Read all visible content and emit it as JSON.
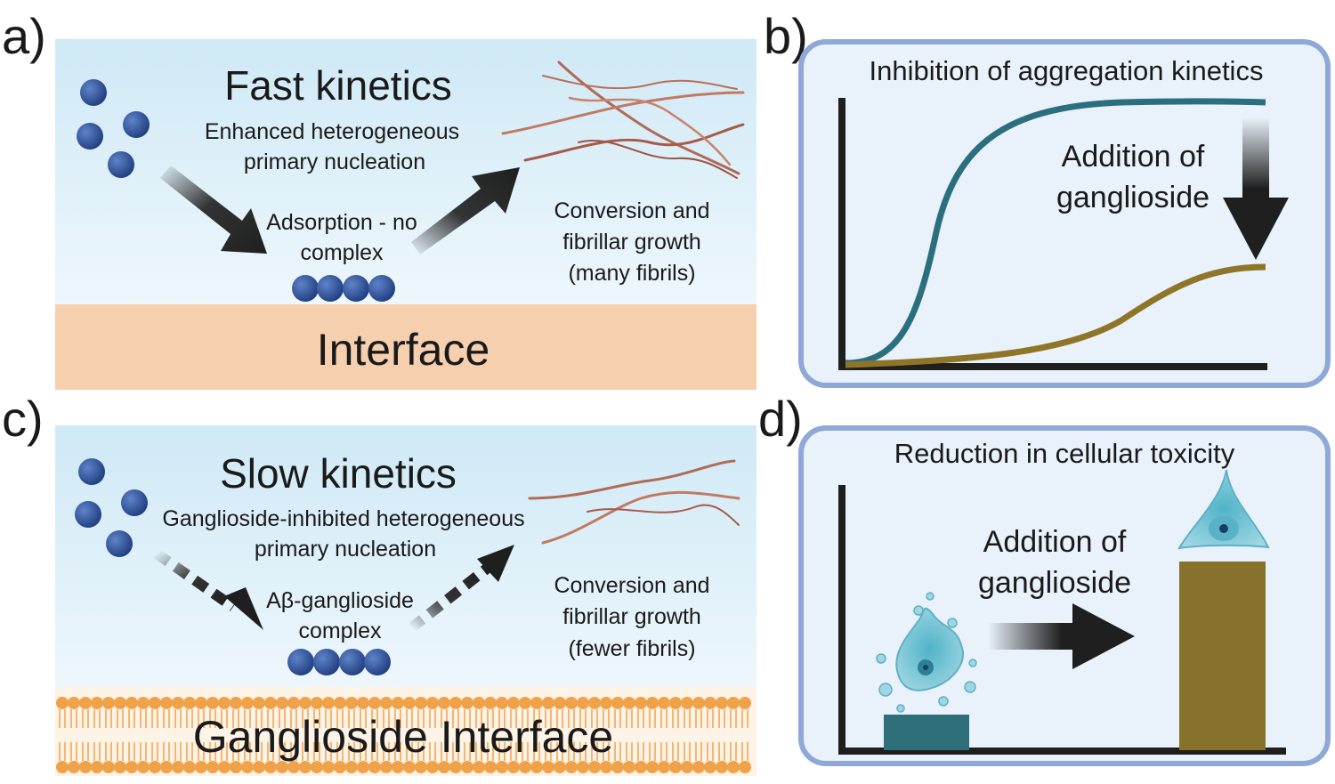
{
  "panels": {
    "a": {
      "letter": "a)",
      "title": "Fast kinetics",
      "nucleation": [
        "Enhanced heterogeneous",
        "primary nucleation"
      ],
      "adsorption": [
        "Adsorption - no",
        "complex"
      ],
      "growth": [
        "Conversion and",
        "fibrillar growth",
        "(many fibrils)"
      ],
      "interface": "Interface"
    },
    "b": {
      "letter": "b)",
      "title": "Inhibition of aggregation kinetics",
      "addition": [
        "Addition of",
        "ganglioside"
      ]
    },
    "c": {
      "letter": "c)",
      "title": "Slow kinetics",
      "nucleation": [
        "Ganglioside-inhibited heterogeneous",
        "primary nucleation"
      ],
      "complex": [
        "Aβ-ganglioside",
        "complex"
      ],
      "growth": [
        "Conversion and",
        "fibrillar growth",
        "(fewer fibrils)"
      ],
      "interface": "Ganglioside Interface"
    },
    "d": {
      "letter": "d)",
      "title": "Reduction in cellular toxicity",
      "addition": [
        "Addition of",
        "ganglioside"
      ]
    }
  },
  "colors": {
    "sky_top": "#cfe9f6",
    "sky_bottom": "#eef7fc",
    "interface": "#f6cfae",
    "sphere": "#2b4d91",
    "curve_fast": "#2b6f7e",
    "curve_slow": "#8f7528",
    "panel_border": "#8fa8d8",
    "panel_fill": "#e9f2fb",
    "bar_toxic": "#2e6f79",
    "bar_viable": "#86722a",
    "lipid": "#f0a24a"
  }
}
